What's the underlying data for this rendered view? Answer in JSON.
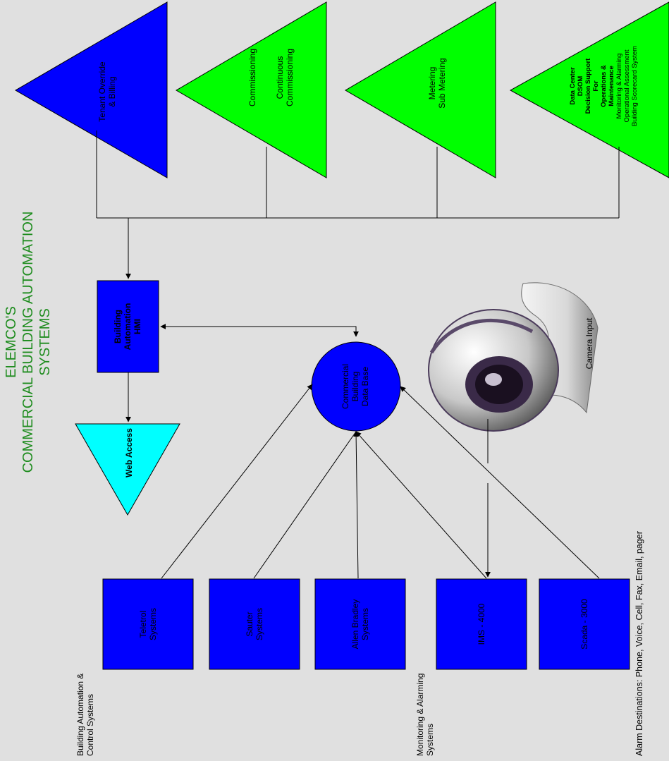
{
  "title": {
    "line1": "ELEMCO'S",
    "line2": "COMMERCIAL BUILDING AUTOMATION",
    "line3": "SYSTEMS",
    "color": "#1e8c1e"
  },
  "colors": {
    "background": "#e0e0e0",
    "blue": "#0000ff",
    "green": "#00ff00",
    "cyan": "#00ffff",
    "line": "#000000"
  },
  "top_triangles": [
    {
      "color": "blue",
      "lines": [
        "Tenant Override",
        "& Billing"
      ]
    },
    {
      "color": "green",
      "lines": [
        "Commissioning"
      ],
      "lines2": [
        "Continuous",
        "Commissioning"
      ]
    },
    {
      "color": "green",
      "lines": [
        "Metering",
        "Sub Metering"
      ]
    },
    {
      "color": "green",
      "bold_lines": [
        "Data Center",
        "DSOM",
        "Decision Support",
        "For",
        "Operations &",
        "Maintenance"
      ],
      "lines": [
        "Monitoring & Alarming",
        "Operational Assessment",
        "Building Scorecard System"
      ]
    }
  ],
  "hmi": {
    "lines": [
      "Building",
      "Automation",
      "HMI"
    ]
  },
  "web_access": {
    "label": "Web Access"
  },
  "database": {
    "lines": [
      "Commercial",
      "Building",
      "Data Base"
    ]
  },
  "camera": {
    "label": "Camera Input",
    "icon": "security-camera-icon"
  },
  "systems": [
    {
      "lines": [
        "Teletrol",
        "Systems"
      ]
    },
    {
      "lines": [
        "Sauter",
        "Systems"
      ]
    },
    {
      "lines": [
        "Allen Bradley",
        "Systems"
      ]
    },
    {
      "lines": [
        "IMS - 4000"
      ]
    },
    {
      "lines": [
        "Scada - 3000"
      ]
    }
  ],
  "bottom_labels": {
    "control": [
      "Building Automation &",
      "Control Systems"
    ],
    "monitoring": [
      "Monitoring & Alarming",
      "Systems"
    ],
    "alarm": "Alarm Destinations: Phone, Voice, Cell, Fax, Email, pager"
  }
}
